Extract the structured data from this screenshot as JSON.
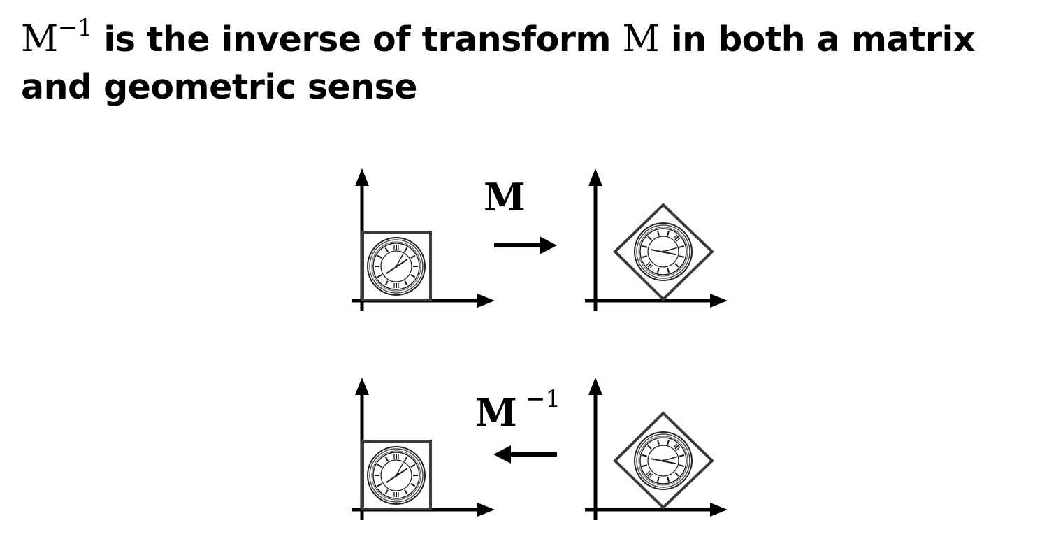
{
  "title": {
    "inverse_symbol": "M",
    "inverse_exponent": "−1",
    "text_part1": " is the inverse of transform ",
    "transform_symbol": "M",
    "text_part2": " in both a matrix and geometric sense"
  },
  "diagram": {
    "forward_label": "M",
    "inverse_label": "M",
    "inverse_exponent": "−1",
    "forward_arrow_direction": "right",
    "inverse_arrow_direction": "left",
    "rotated_clock_angle_deg": 45,
    "icon": "clock-icon",
    "stroke_color": "#000000",
    "box_color": "#3a3a3a"
  }
}
